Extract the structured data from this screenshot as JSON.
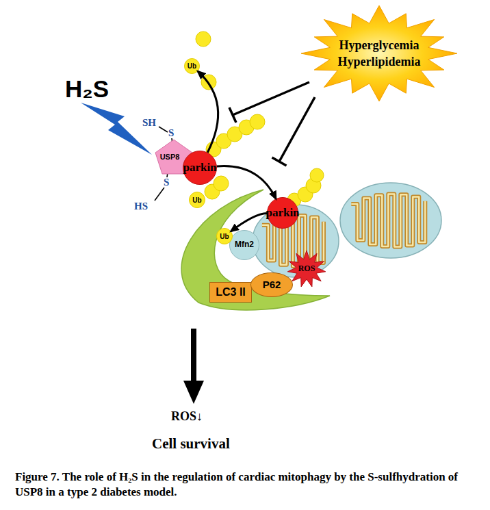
{
  "diagram": {
    "caption": "Figure 7. The role of H₂S in the regulation of cardiac mitophagy by the S-sulfhydration of USP8 in a type 2 diabetes model.",
    "nodes": [
      {
        "text": [
          "Hyperglycemia Hyperlipidemia"
        ]
      },
      {
        "text": [
          "Ub"
        ]
      },
      {
        "text": [
          "USP8"
        ]
      },
      {
        "text": [
          "parkin"
        ]
      },
      {
        "text": [
          "Ub"
        ]
      },
      {
        "text": [
          "parkin"
        ]
      },
      {
        "text": [
          "Ub"
        ]
      },
      {
        "text": [
          "Mfn2"
        ]
      },
      {
        "text": [
          "ROS"
        ]
      },
      {
        "text": [
          "LC3 II"
        ]
      },
      {
        "text": [
          "P62"
        ]
      }
    ],
    "edges": [
      {
        "from": 3,
        "to": 1,
        "arrow": "to"
      },
      {
        "from": 3,
        "to": 5,
        "arrow": "to"
      },
      {
        "from": 5,
        "to": 6,
        "arrow": "to"
      }
    ],
    "labels": [
      "H₂S",
      "SH",
      "S",
      "S",
      "HS",
      "ROS↓",
      "Cell survival"
    ]
  }
}
